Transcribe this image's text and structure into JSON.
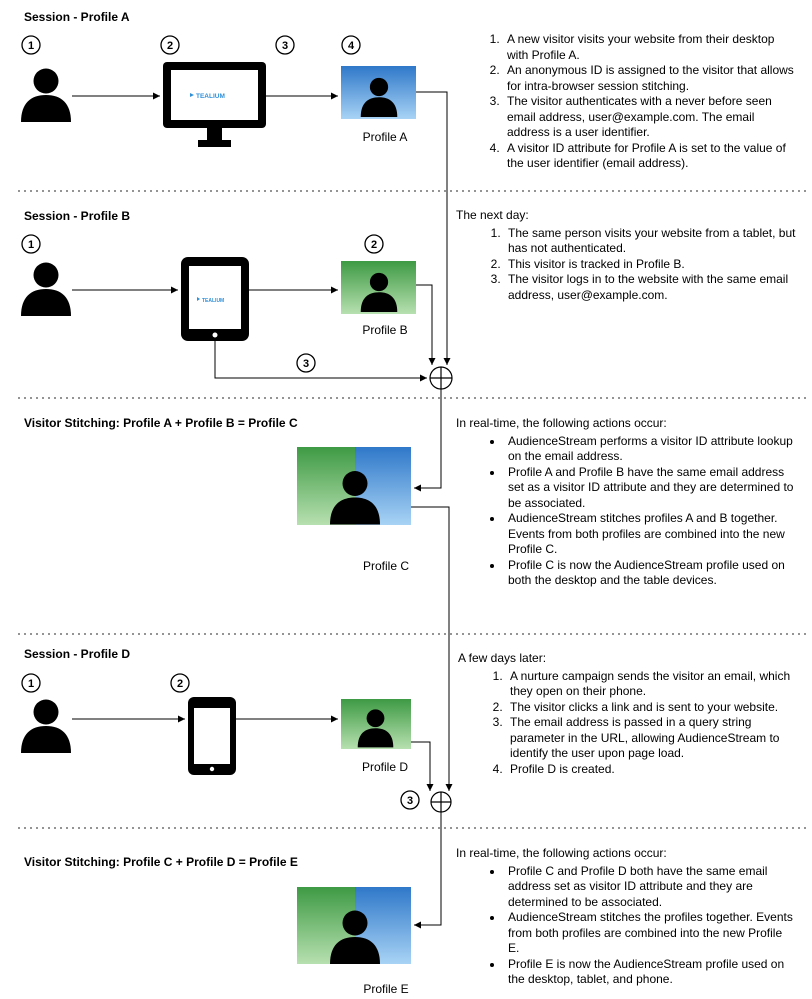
{
  "sections": [
    {
      "title": "Session - Profile A"
    },
    {
      "title": "Session - Profile B"
    },
    {
      "title": "Visitor Stitching: Profile A + Profile B = Profile C"
    },
    {
      "title": "Session - Profile D"
    },
    {
      "title": "Visitor Stitching: Profile C + Profile D = Profile E"
    }
  ],
  "step_numbers": [
    "1",
    "2",
    "3",
    "4"
  ],
  "profiles": {
    "a": "Profile A",
    "b": "Profile B",
    "c": "Profile C",
    "d": "Profile D",
    "e": "Profile E"
  },
  "brand": "TEALIUM",
  "colors": {
    "blue_profile": "#4a8fd8",
    "green_profile": "#5fb55f",
    "line": "#000000"
  },
  "text": {
    "a": {
      "intro": "",
      "items": [
        "A new visitor visits your website from their desktop with Profile A.",
        "An anonymous ID is assigned to the visitor that allows for intra-browser session stitching.",
        "The visitor authenticates with a never before seen email address, user@example.com. The email address is a user identifier.",
        "A visitor ID attribute for Profile A is set to the value of the user identifier (email address)."
      ]
    },
    "b": {
      "intro": "The next day:",
      "items": [
        "The same person visits your website from a tablet, but has not authenticated.",
        "This visitor is tracked in Profile B.",
        "The visitor logs in to the website with the same email address, user@example.com."
      ]
    },
    "c": {
      "intro": "In real-time, the following actions occur:",
      "items": [
        "AudienceStream performs a visitor ID attribute lookup on the email address.",
        "Profile A and Profile B have the same email address set as a visitor ID attribute and they are determined to be associated.",
        "AudienceStream stitches profiles A and B together. Events from both profiles are combined into the new Profile C.",
        "Profile C is now the AudienceStream profile used on both the desktop and the table devices."
      ]
    },
    "d": {
      "intro": "A few days later:",
      "items": [
        "A nurture campaign sends the visitor an email, which they open on their phone.",
        "The visitor clicks a link and is sent to your website.",
        "The email address is passed in a query string parameter in the URL, allowing AudienceStream to identify the user upon page load.",
        "Profile D is created."
      ]
    },
    "e": {
      "intro": "In real-time, the following actions occur:",
      "items": [
        "Profile C and Profile D both have the same email address set as visitor ID attribute and they are determined to be associated.",
        "AudienceStream stitches the profiles together. Events from both profiles are combined into the new Profile E.",
        "Profile E is now the AudienceStream profile used on the desktop, tablet, and phone."
      ]
    }
  }
}
